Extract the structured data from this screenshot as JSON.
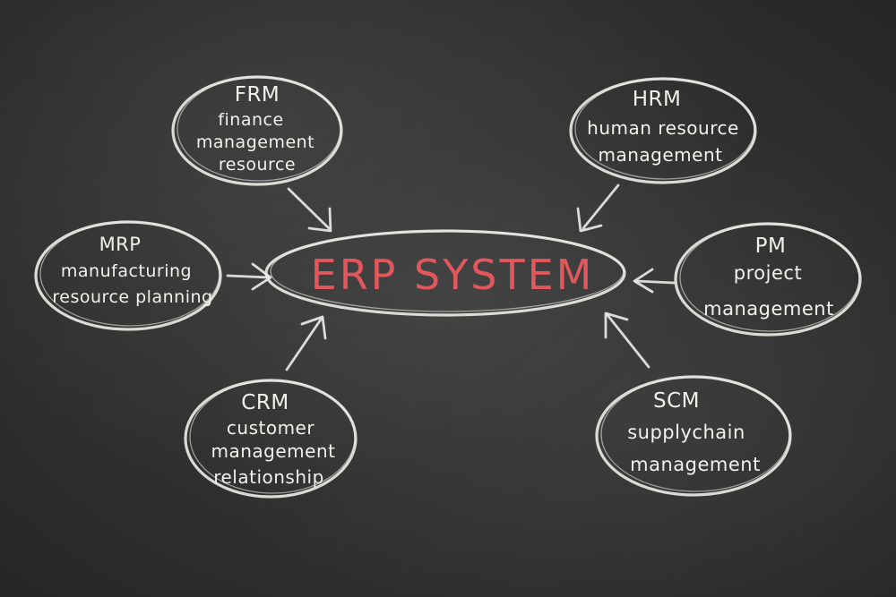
{
  "center": {
    "label": "ERP SYSTEM",
    "color": "#e2575c"
  },
  "nodes": [
    {
      "id": "frm",
      "abbr": "FRM",
      "lines": [
        "finance",
        "management",
        "resource"
      ]
    },
    {
      "id": "hrm",
      "abbr": "HRM",
      "lines": [
        "human resource",
        "management"
      ]
    },
    {
      "id": "mrp",
      "abbr": "MRP",
      "lines": [
        "manufacturing",
        "resource planning"
      ]
    },
    {
      "id": "pm",
      "abbr": "PM",
      "lines": [
        "project",
        "management"
      ]
    },
    {
      "id": "crm",
      "abbr": "CRM",
      "lines": [
        "customer",
        "management",
        "relationship"
      ]
    },
    {
      "id": "scm",
      "abbr": "SCM",
      "lines": [
        "supplychain",
        "management"
      ]
    }
  ]
}
